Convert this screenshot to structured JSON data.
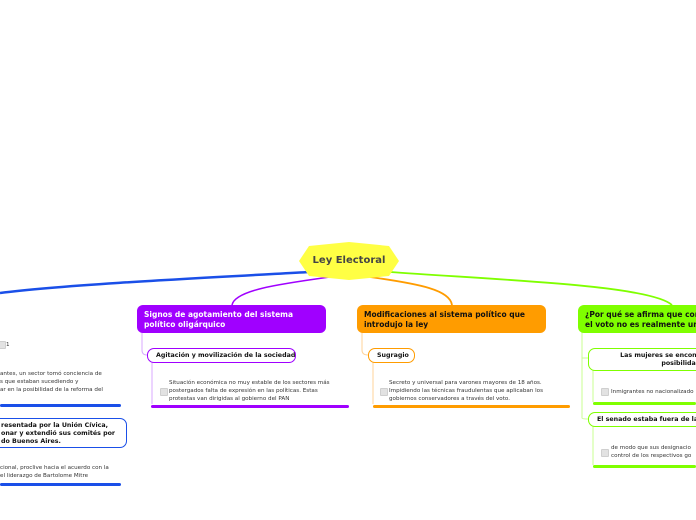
{
  "root": {
    "title": "Ley Electoral",
    "color": "#ffff44"
  },
  "left": {
    "badge": "1",
    "note1": [
      "antes, un sector tomó conciencia de",
      "s que estaban sucediendo y",
      "ar en la posibilidad de la reforma del"
    ],
    "box": [
      "resentada por la Unión Cívica,",
      "onar y extendió sus comités por",
      "do Buenos Aires."
    ],
    "note2": [
      "cional, proclive hacia el acuerdo con la",
      "el liderazgo de Bartolome Mitre"
    ],
    "color": "#1a4fe8"
  },
  "purple": {
    "title": "Signos de agotamiento del sistema político oligárquico",
    "sub": "Agitación y movilización de la sociedad",
    "note": [
      "Situación económica no muy estable de los sectores más",
      "postergados falta de  expresión en las políticas. Estas",
      "protestas van dirigidas al gobierno del PAN"
    ],
    "color": "#a000ff"
  },
  "orange": {
    "title": "Modificaciones al sistema político que introdujo la ley",
    "sub": "Sugragio",
    "note": [
      "Secreto y universal para varones mayores de 18 años.",
      "Impidiendo las técnicas fraudulentas que aplicaban los",
      "gobiernos conservadores a través del voto."
    ],
    "color": "#ff9c00"
  },
  "green": {
    "title": [
      "¿Por qué se afirma que con",
      "el voto no es realmente un"
    ],
    "sub1": [
      "Las mujeres se encontra",
      "posibilidad d"
    ],
    "note1": "Inmigrantes no nacionalizado",
    "sub2": "El senado estaba fuera de la r",
    "note2": [
      "de modo que sus designacio",
      "control de los respectivos go"
    ],
    "color": "#7fff00"
  }
}
